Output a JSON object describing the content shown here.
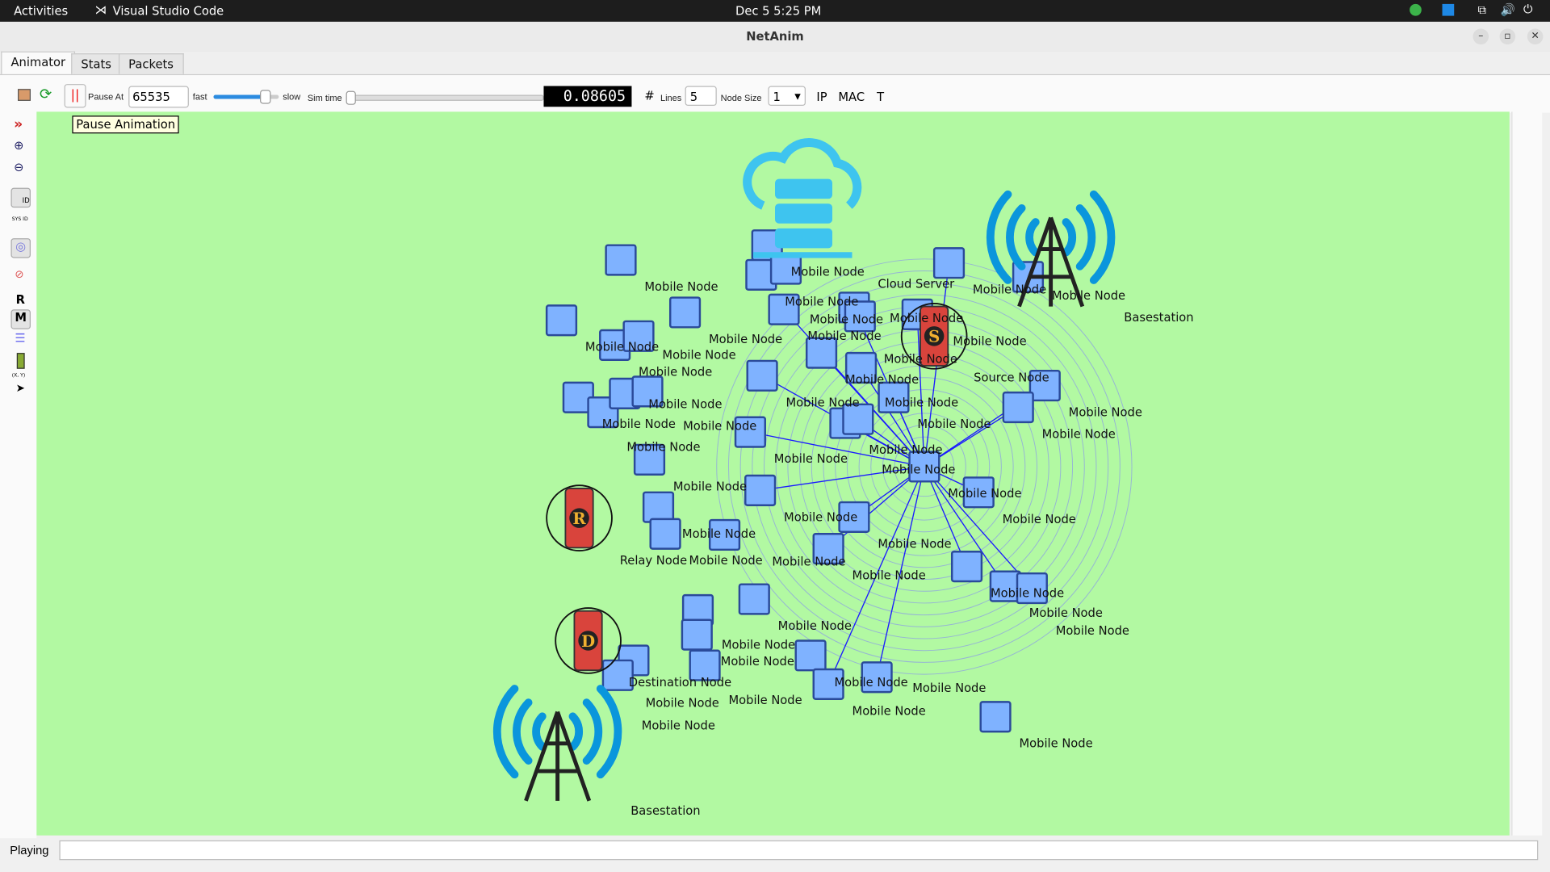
{
  "topbar": {
    "activities": "Activities",
    "app": "Visual Studio Code",
    "clock": "Dec 5  5:25 PM"
  },
  "window": {
    "title": "NetAnim"
  },
  "tabs": [
    {
      "label": "Animator"
    },
    {
      "label": "Stats"
    },
    {
      "label": "Packets"
    }
  ],
  "toolbar": {
    "pause_at_label": "Pause At",
    "pause_at_value": "65535",
    "fast": "fast",
    "slow": "slow",
    "sim_time_label": "Sim time",
    "sim_time_value": "0.08605",
    "lines_label": "Lines",
    "lines_value": "5",
    "node_size_label": "Node Size",
    "node_size_value": "1",
    "ip": "IP",
    "mac": "MAC",
    "t": "T",
    "speed_fraction": 0.78,
    "sim_time_fraction": 0.0
  },
  "tooltip": "Pause Animation",
  "left_toolbar": {
    "id": "ID",
    "sys_id": "SYS ID",
    "r": "R",
    "m": "M",
    "xy": "(X, Y)"
  },
  "status": {
    "text": "Playing"
  },
  "special_nodes": {
    "cloud": "Cloud Server",
    "source": "Source Node",
    "relay": "Relay Node",
    "destination": "Destination Node",
    "source_letter": "S",
    "relay_letter": "R",
    "destination_letter": "D",
    "basestation_top": "Basestation",
    "basestation_bottom": "Basestation"
  },
  "mobile_node_label": "Mobile Node",
  "colors": {
    "canvas": "#b2f9a2",
    "node": "#7fb2ff",
    "link": "#1a1aff",
    "tower_waves": "#0a96dc",
    "cloud": "#3ec4ef"
  }
}
